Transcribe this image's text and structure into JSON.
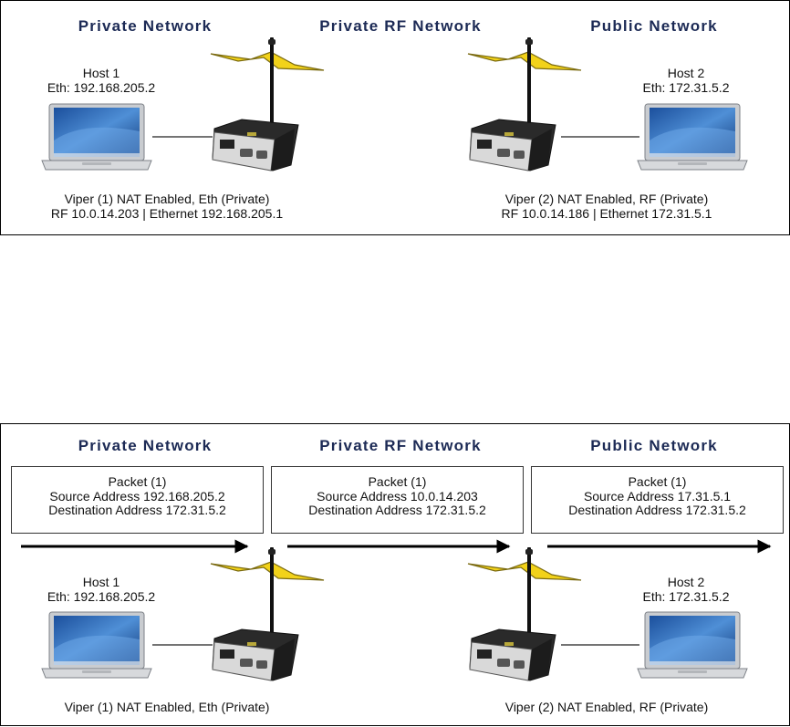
{
  "top_diagram": {
    "headers": [
      "Private Network",
      "Private RF Network",
      "Public Network"
    ],
    "host1": {
      "name": "Host 1",
      "eth": "Eth: 192.168.205.2"
    },
    "host2": {
      "name": "Host 2",
      "eth": "Eth: 172.31.5.2"
    },
    "viper1": {
      "line1": "Viper (1) NAT Enabled, Eth (Private)",
      "line2": "RF 10.0.14.203 | Ethernet 192.168.205.1"
    },
    "viper2": {
      "line1": "Viper (2) NAT Enabled, RF (Private)",
      "line2": "RF 10.0.14.186 | Ethernet 172.31.5.1"
    }
  },
  "bottom_diagram": {
    "headers": [
      "Private Network",
      "Private RF Network",
      "Public Network"
    ],
    "packets": [
      {
        "title": "Packet (1)",
        "source": "Source Address 192.168.205.2",
        "destination": "Destination Address 172.31.5.2"
      },
      {
        "title": "Packet (1)",
        "source": "Source Address 10.0.14.203",
        "destination": "Destination Address 172.31.5.2"
      },
      {
        "title": "Packet (1)",
        "source": "Source Address 17.31.5.1",
        "destination": "Destination Address 172.31.5.2"
      }
    ],
    "host1": {
      "name": "Host 1",
      "eth": "Eth: 192.168.205.2"
    },
    "host2": {
      "name": "Host 2",
      "eth": "Eth: 172.31.5.2"
    },
    "viper1": {
      "line1": "Viper (1) NAT Enabled, Eth (Private)"
    },
    "viper2": {
      "line1": "Viper (2) NAT Enabled, RF (Private)"
    }
  },
  "colors": {
    "header_text": "#1c2a55",
    "lightning": "#f2d21a",
    "lightning_outline": "#7a6a10",
    "arrow": "#000000"
  }
}
